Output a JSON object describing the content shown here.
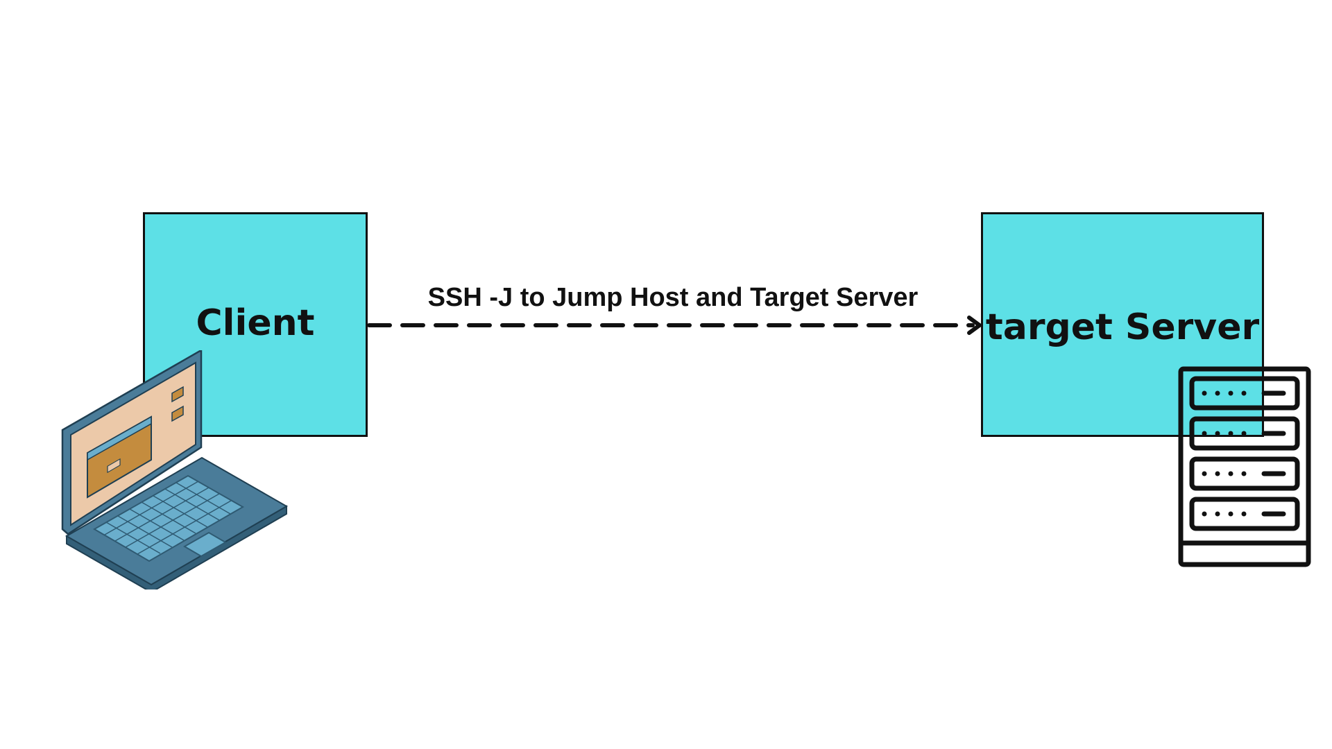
{
  "diagram": {
    "client": {
      "label": "Client",
      "icon": "laptop-icon"
    },
    "server": {
      "label": "target Server",
      "icon": "server-rack-icon"
    },
    "connection": {
      "label": "SSH -J to Jump Host and Target Server",
      "style": "dashed",
      "direction": "client-to-server"
    }
  },
  "colors": {
    "box_fill": "#5de0e6",
    "stroke": "#111111",
    "laptop_body": "#4a7c99",
    "laptop_screen": "#ecc9a9",
    "laptop_window": "#c48c3e",
    "laptop_keys": "#6aaecc"
  }
}
